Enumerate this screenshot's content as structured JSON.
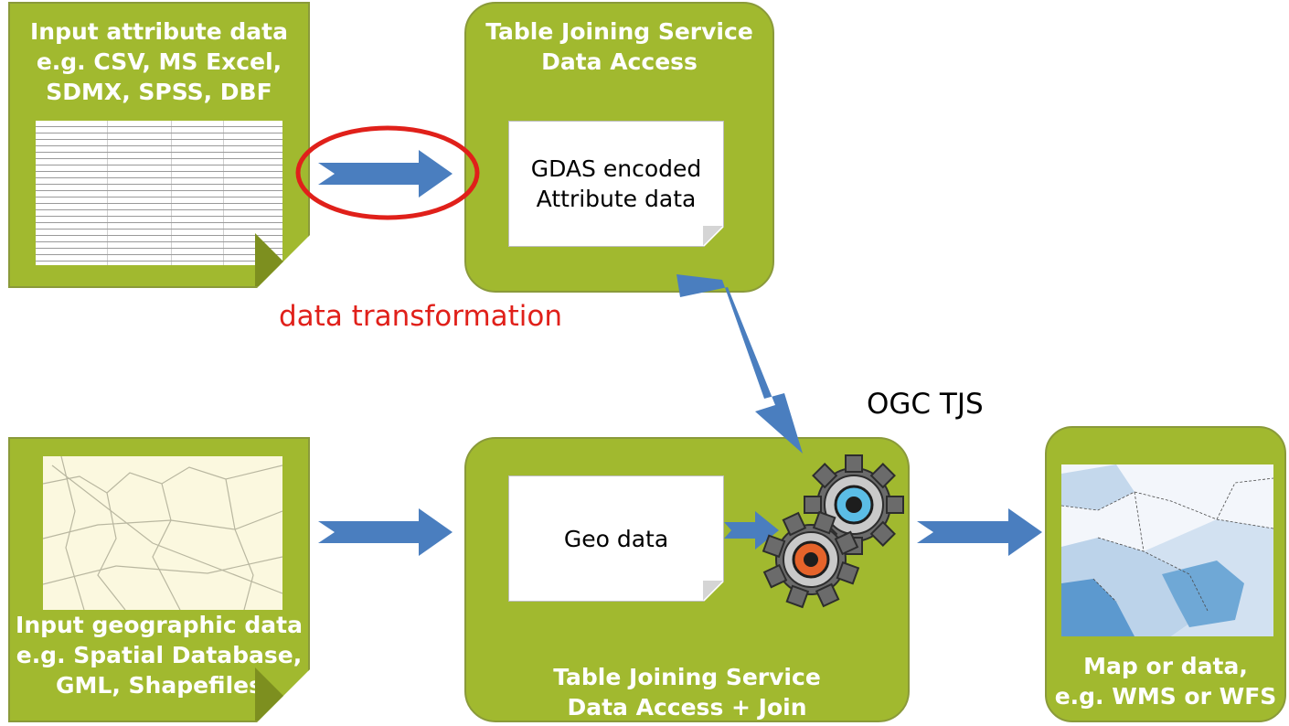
{
  "input_attribute": {
    "lines": [
      "Input attribute data",
      "e.g. CSV, MS Excel,",
      "SDMX, SPSS, DBF"
    ]
  },
  "tjs_data_access": {
    "lines": [
      "Table Joining Service",
      "Data Access"
    ],
    "note_lines": [
      "GDAS encoded",
      "Attribute data"
    ]
  },
  "transform_label": "data transformation",
  "ogc_label": "OGC TJS",
  "input_geographic": {
    "lines": [
      "Input geographic data",
      "e.g. Spatial Database,",
      "GML, Shapefiles"
    ]
  },
  "tjs_join": {
    "lines": [
      "Table Joining Service",
      "Data Access + Join"
    ],
    "note_text": "Geo data"
  },
  "output": {
    "lines": [
      "Map or data,",
      "e.g. WMS or WFS"
    ]
  },
  "colors": {
    "card_green": "#a1b92f",
    "arrow_blue": "#4a7ebf",
    "highlight_red": "#e0201a"
  }
}
